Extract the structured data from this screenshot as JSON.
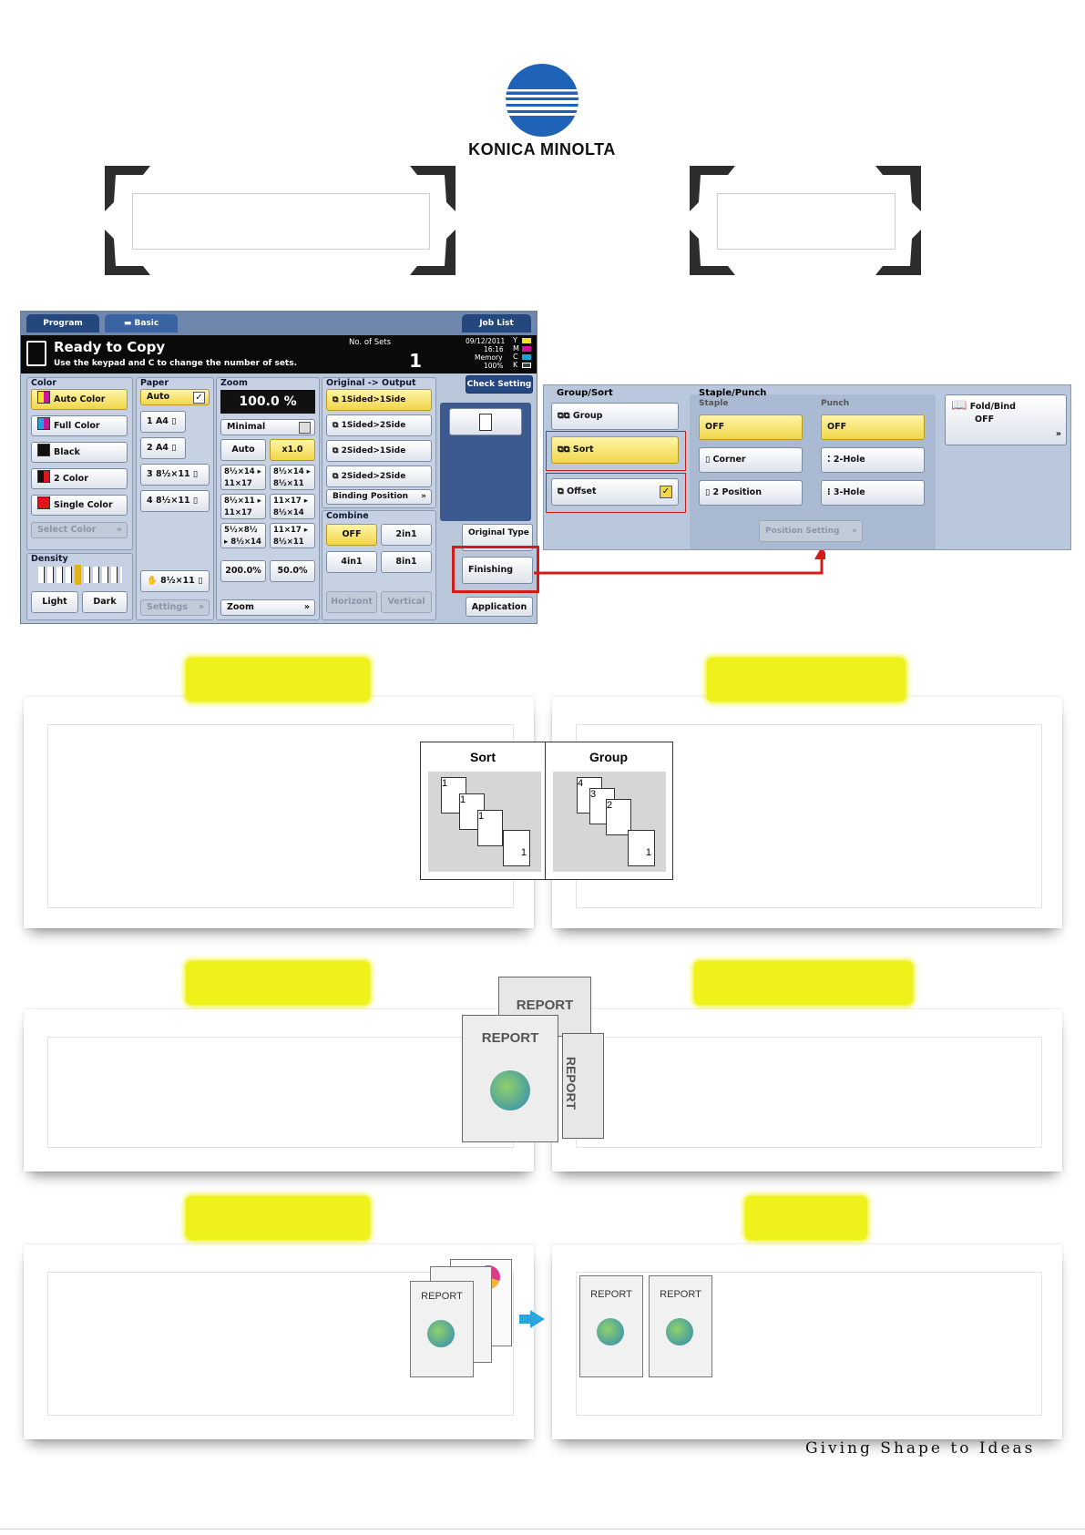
{
  "brand": {
    "name": "KONICA MINOLTA",
    "tagline": "Giving Shape to Ideas",
    "colors": {
      "blue": "#1e63b8",
      "accent": "#eef21a",
      "red": "#d51a1a"
    }
  },
  "copier": {
    "tabs": {
      "program": "Program",
      "basic": "Basic",
      "job_list": "Job List"
    },
    "status": {
      "title": "Ready to Copy",
      "message": "Use the keypad and C to change the number of sets.",
      "sets_label": "No. of Sets",
      "sets_value": "1",
      "date": "09/12/2011",
      "time": "16:16",
      "memory_label": "Memory",
      "memory_value": "100%",
      "toner": [
        "Y",
        "M",
        "C",
        "K"
      ]
    },
    "check_setting": "Check Setting",
    "color": {
      "title": "Color",
      "options": [
        "Auto Color",
        "Full Color",
        "Black",
        "2 Color",
        "Single Color"
      ],
      "selected": "Auto Color",
      "select_color": "Select Color"
    },
    "density": {
      "title": "Density",
      "light": "Light",
      "dark": "Dark"
    },
    "paper": {
      "title": "Paper",
      "auto": "Auto",
      "trays": [
        {
          "num": "1",
          "size": "A4"
        },
        {
          "num": "2",
          "size": "A4"
        },
        {
          "num": "3",
          "size": "8½×11"
        },
        {
          "num": "4",
          "size": "8½×11"
        }
      ],
      "bypass": "8½×11",
      "settings": "Settings"
    },
    "zoom": {
      "title": "Zoom",
      "value": "100.0 %",
      "minimal": "Minimal",
      "auto": "Auto",
      "x1": "x1.0",
      "presets": [
        "8½×14 ▸ 11×17",
        "8½×14 ▸ 8½×11",
        "8½×11 ▸ 11×17",
        "11×17 ▸ 8½×14",
        "5½×8½ ▸ 8½×14",
        "11×17 ▸ 8½×11"
      ],
      "p200": "200.0%",
      "p50": "50.0%",
      "zoom_btn": "Zoom"
    },
    "original_output": {
      "title": "Original -> Output",
      "options": [
        "1Sided>1Side",
        "1Sided>2Side",
        "2Sided>1Side",
        "2Sided>2Side"
      ],
      "binding": "Binding Position"
    },
    "combine": {
      "title": "Combine",
      "options": [
        "OFF",
        "2in1",
        "4in1",
        "8in1"
      ],
      "horizont": "Horizont",
      "vertical": "Vertical"
    },
    "side": {
      "original_type": "Original Type",
      "finishing": "Finishing",
      "application": "Application"
    }
  },
  "finishing_panel": {
    "group_sort": {
      "title": "Group/Sort",
      "group": "Group",
      "sort": "Sort",
      "offset": "Offset"
    },
    "staple_punch": {
      "title": "Staple/Punch",
      "staple_title": "Staple",
      "staple_options": [
        "OFF",
        "Corner",
        "2 Position"
      ],
      "punch_title": "Punch",
      "punch_options": [
        "OFF",
        "2-Hole",
        "3-Hole"
      ],
      "position_setting": "Position Setting"
    },
    "fold_bind": {
      "title": "Fold/Bind",
      "value": "OFF"
    }
  },
  "sort_group_illustration": {
    "sort_label": "Sort",
    "group_label": "Group",
    "sort_numbers": [
      "1",
      "1",
      "1",
      "1"
    ],
    "group_numbers": [
      "4",
      "3",
      "2",
      "1"
    ]
  },
  "reports": {
    "label": "REPORT"
  }
}
